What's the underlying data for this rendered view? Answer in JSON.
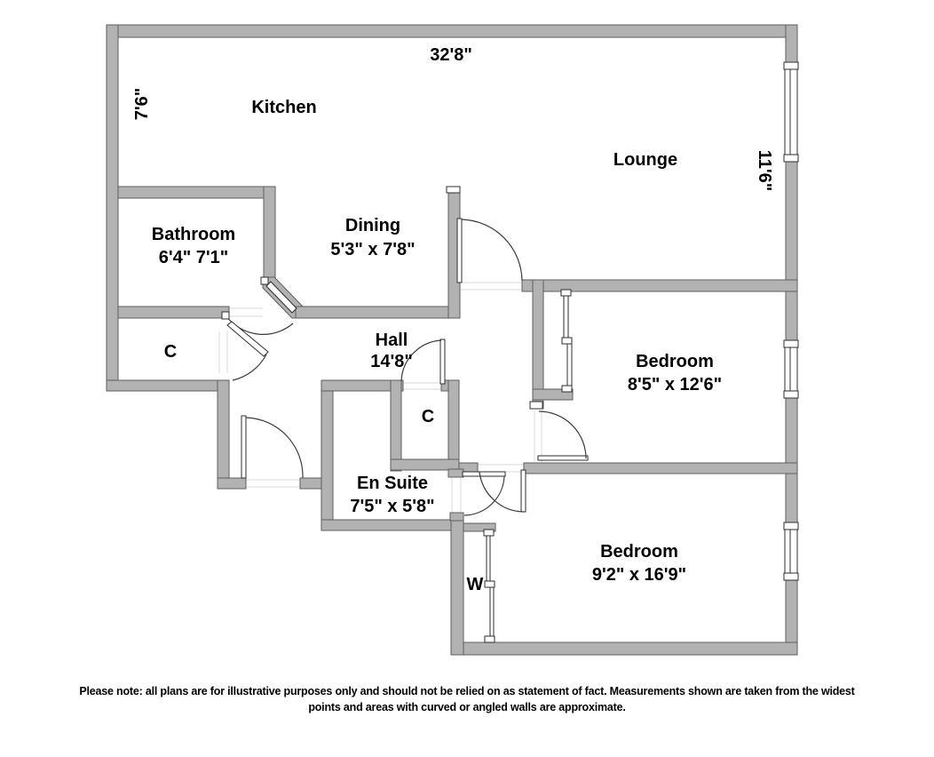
{
  "plan": {
    "colors": {
      "wall_fill": "#b2b2b2",
      "wall_outline": "#5f5f5f",
      "text": "#000000"
    },
    "dim_top": "32'8\"",
    "dim_left": "7'6\"",
    "dim_right": "11'6\"",
    "rooms": {
      "kitchen": {
        "name": "Kitchen"
      },
      "lounge": {
        "name": "Lounge"
      },
      "bathroom": {
        "name": "Bathroom",
        "dims": "6'4\" 7'1\""
      },
      "dining": {
        "name": "Dining",
        "dims": "5'3\" x 7'8\""
      },
      "hall": {
        "name": "Hall",
        "dims": "14'8\""
      },
      "bedroom1": {
        "name": "Bedroom",
        "dims": "8'5\" x 12'6\""
      },
      "ensuite": {
        "name": "En Suite",
        "dims": "7'5\" x 5'8\""
      },
      "bedroom2": {
        "name": "Bedroom",
        "dims": "9'2\" x 16'9\""
      }
    },
    "closets": {
      "c1": "C",
      "c2": "C",
      "w": "W"
    }
  },
  "footer": {
    "line1": "Please note: all plans are for illustrative purposes only and should not be relied on as statement of fact. Measurements shown are taken from the widest",
    "line2": "points and areas with curved or angled walls are approximate."
  }
}
